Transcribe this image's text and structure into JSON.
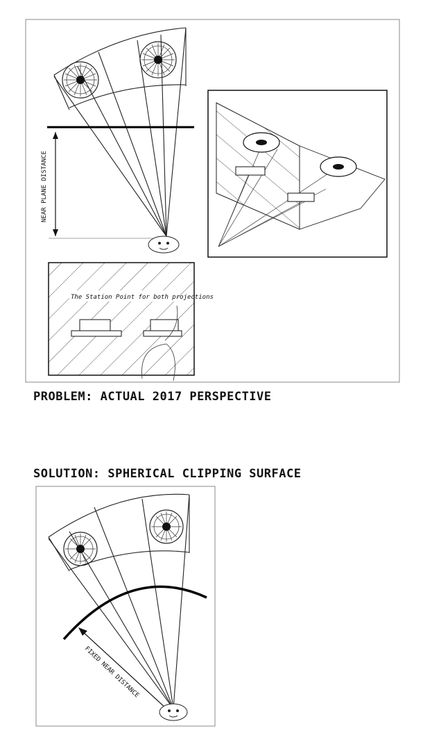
{
  "top_figure": {
    "near_plane_label": "NEAR PLANE DISTANCE",
    "station_point_label": "The Station Point for both projections"
  },
  "captions": {
    "problem": "PROBLEM: ACTUAL 2017 PERSPECTIVE",
    "solution": "SOLUTION: SPHERICAL CLIPPING SURFACE"
  },
  "bottom_figure": {
    "fixed_near_label": "FIXED NEAR DISTANCE"
  },
  "colors": {
    "ink": "#111111",
    "frame": "#777777",
    "hatch": "#555555"
  }
}
